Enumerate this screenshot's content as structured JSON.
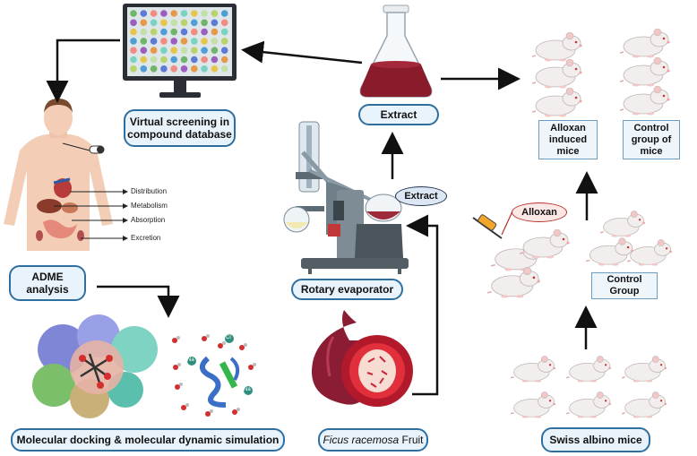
{
  "labels": {
    "virtual_screening": "Virtual screening in compound database",
    "extract_top": "Extract",
    "extract_bubble": "Extract",
    "rotary": "Rotary evaporator",
    "adme": "ADME analysis",
    "docking": "Molecular docking & molecular dynamic simulation",
    "fruit_italic": "Ficus racemosa",
    "fruit_rest": " Fruit",
    "alloxan_mice": "Alloxan induced mice",
    "control_mice": "Control group of mice",
    "alloxan": "Alloxan",
    "control_group": "Control Group",
    "swiss": "Swiss albino mice"
  },
  "organs": {
    "distribution": "Distribution",
    "metabolism": "Metabolism",
    "absorption": "Absorption",
    "excretion": "Excretion"
  },
  "md_labels": {
    "na": "Na",
    "cl": "Cl"
  },
  "colors": {
    "box_border": "#2f6f9f",
    "box_fill": "#e9f3fb",
    "arrow": "#111111",
    "extract_liquid": "#8a1b2b"
  }
}
